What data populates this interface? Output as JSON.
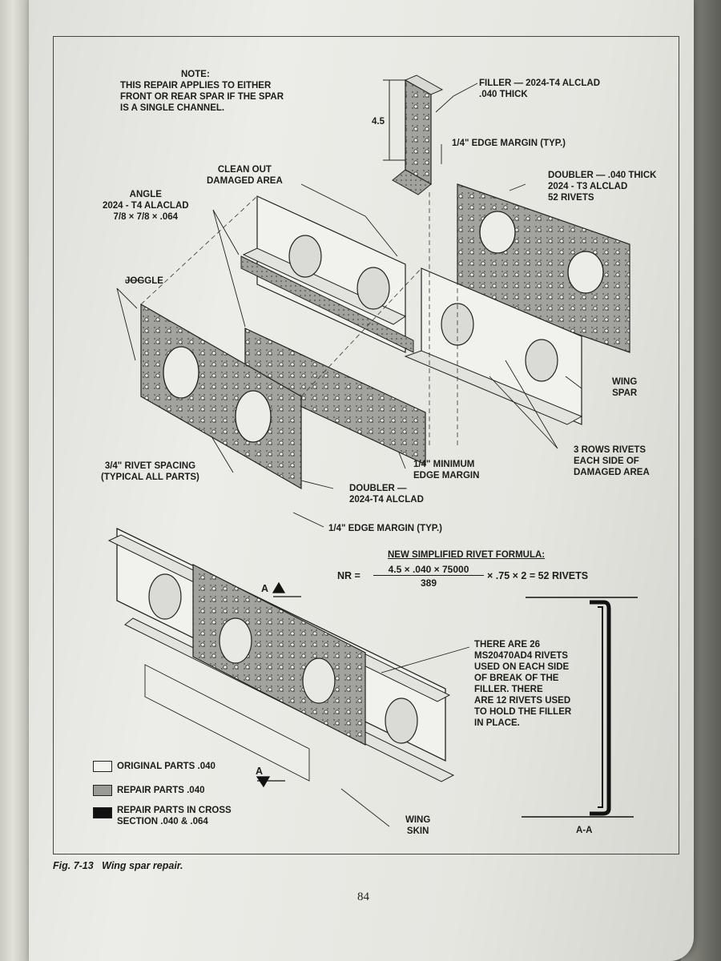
{
  "note": {
    "heading": "NOTE:",
    "text": "THIS REPAIR APPLIES TO EITHER\nFRONT OR REAR SPAR IF THE SPAR\nIS A SINGLE CHANNEL."
  },
  "callouts": {
    "filler": "FILLER — 2024-T4 ALCLAD\n.040 THICK",
    "filler_height": "4.5",
    "edge_margin_top": "1/4\" EDGE MARGIN (TYP.)",
    "doubler_top": "DOUBLER — .040 THICK\n2024 - T3 ALCLAD\n52 RIVETS",
    "clean_out": "CLEAN OUT\nDAMAGED AREA",
    "angle": "ANGLE\n2024 - T4 ALACLAD\n7/8 × 7/8 × .064",
    "joggle": "JOGGLE",
    "wing_spar": "WING\nSPAR",
    "three_rows": "3 ROWS RIVETS\nEACH SIDE OF\nDAMAGED AREA",
    "rivet_spacing": "3/4\" RIVET SPACING\n(TYPICAL ALL PARTS)",
    "min_edge_margin": "1/4\" MINIMUM\nEDGE MARGIN",
    "doubler_bottom": "DOUBLER —\n2024-T4 ALCLAD",
    "edge_margin_bottom": "1/4\" EDGE MARGIN (TYP.)",
    "section_mark": "A",
    "section_label": "A-A",
    "wing_skin": "WING\nSKIN",
    "rivet_note": "THERE ARE 26\nMS20470AD4 RIVETS\nUSED ON EACH SIDE\nOF BREAK OF THE\nFILLER. THERE\nARE 12 RIVETS USED\nTO HOLD THE FILLER\nIN PLACE."
  },
  "formula": {
    "title": "NEW SIMPLIFIED RIVET FORMULA:",
    "lhs": "NR =",
    "numerator": "4.5 × .040 × 75000",
    "denominator": "389",
    "rhs": "× .75 × 2 = 52 RIVETS"
  },
  "legend": [
    {
      "label": "ORIGINAL PARTS .040",
      "fill": "#f2f2ee"
    },
    {
      "label": "REPAIR PARTS .040",
      "fill": "#9a9a96"
    },
    {
      "label": "REPAIR PARTS IN CROSS\nSECTION .040 & .064",
      "fill": "#111111"
    }
  ],
  "caption": {
    "fig": "Fig. 7-13",
    "title": "Wing spar repair."
  },
  "page_number": "84",
  "colors": {
    "ink": "#1c1c1c",
    "repair_fill": "#9a9a96",
    "original_fill": "#f2f2ee"
  }
}
